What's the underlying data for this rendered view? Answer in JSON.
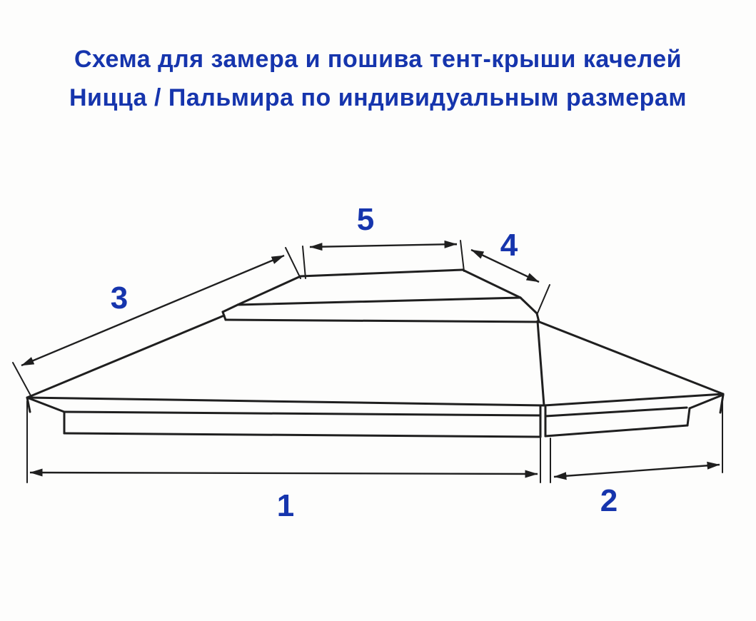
{
  "page": {
    "background": "#fdfdfc",
    "accent_color": "#1635ad",
    "line_color": "#1f1f1f"
  },
  "title": {
    "line1": "Схема для замера и пошива тент-крыши качелей",
    "line2": "Ницца / Пальмира по индивидуальным размерам"
  },
  "diagram": {
    "labels": {
      "dim1": "1",
      "dim2": "2",
      "dim3": "3",
      "dim4": "4",
      "dim5": "5"
    }
  }
}
